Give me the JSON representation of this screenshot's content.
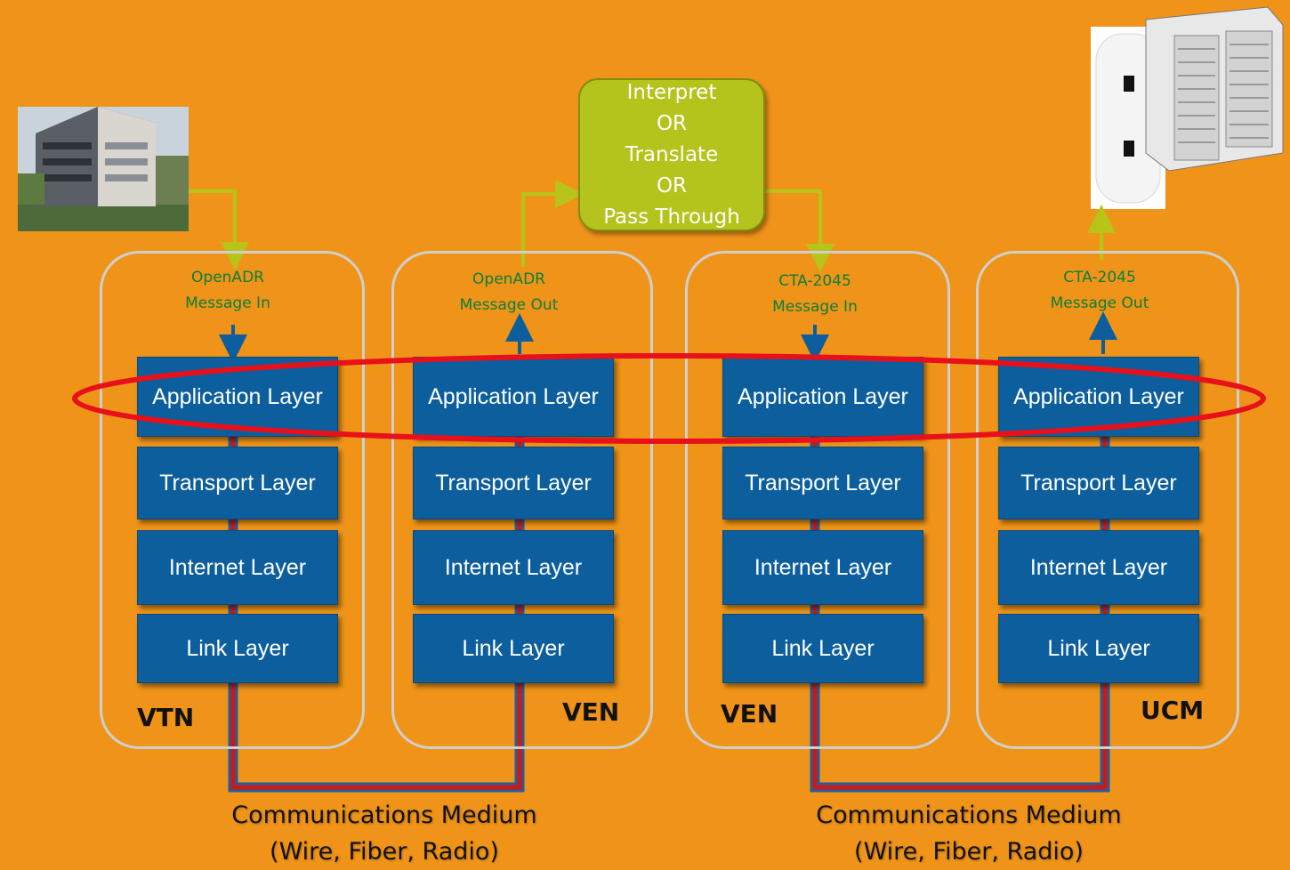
{
  "translator": {
    "lines": [
      "Interpret",
      "OR",
      "Translate",
      "OR",
      "Pass Through"
    ]
  },
  "layer_names": {
    "application": "Application Layer",
    "transport": "Transport Layer",
    "internet": "Internet Layer",
    "link": "Link Layer"
  },
  "stacks": [
    {
      "label": "VTN",
      "message_line1": "OpenADR",
      "message_line2": "Message In"
    },
    {
      "label": "VEN",
      "message_line1": "OpenADR",
      "message_line2": "Message Out"
    },
    {
      "label": "VEN",
      "message_line1": "CTA-2045",
      "message_line2": "Message In"
    },
    {
      "label": "UCM",
      "message_line1": "CTA-2045",
      "message_line2": "Message Out"
    }
  ],
  "mediums": [
    {
      "line1": "Communications Medium",
      "line2": "(Wire, Fiber, Radio)"
    },
    {
      "line1": "Communications Medium",
      "line2": "(Wire, Fiber, Radio)"
    }
  ],
  "colors": {
    "background": "#ef9418",
    "layer_fill": "#0c5f9c",
    "translator_fill": "#b4c41c",
    "arrow_green": "#b7c41a",
    "arrow_blue": "#0c5f9c",
    "medium_red": "#cc1818",
    "highlight_ellipse": "#e8101a",
    "message_text": "#0b7e3a"
  }
}
